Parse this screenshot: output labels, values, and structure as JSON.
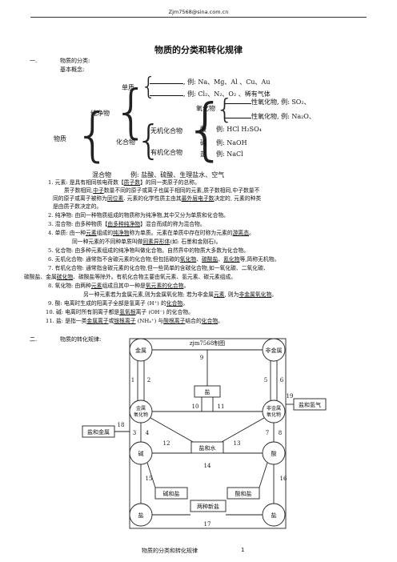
{
  "header": {
    "email": "Zjm7568@sina.com.cn"
  },
  "title": "物质的分类和转化规律",
  "section1": {
    "num": "一.",
    "heading": "物质的分类:",
    "sub": "基本概念:"
  },
  "tree": {
    "root": "物质",
    "pure": "纯净物",
    "mixture": "混合物",
    "mixture_example": "例: 盐酸、硫酸、生理盐水、空气",
    "simple": "单质",
    "simple_ex1": ", 例: Na、Mg、Al 、Cu、Au",
    "simple_ex2": ", 例: Cl₂、N₂、O₂ 、稀有气体",
    "compound": "化合物",
    "inorganic": "无机化合物",
    "organic": "有机化合物",
    "oxide": "氧化物",
    "oxide_ex1": "性氧化物, 例: SO₂、",
    "oxide_ex2": "性氧化物, 例: Na₂O、",
    "acid": "酸",
    "acid_ex": "例:  HCl  H₂SO₄",
    "base": "碱",
    "base_ex": "例:  NaOH",
    "salt": "盐",
    "salt_ex": "例:  NaCl"
  },
  "defs": {
    "d1a": "1. 元素: 是具有相同核电荷数【",
    "d1b": "质子数",
    "d1c": "】的同一类原子的总称。",
    "d1d": "质子数相同,",
    "d1e": "中子",
    "d1f": "数量不同的原子或离子也属于相同的元素,质子数相同,中子数量不",
    "d1g": "同的原子或离子被称为",
    "d1h": "同位素",
    "d1i": ". 元素的化学性质主由其",
    "d1j": "最外层电子数",
    "d1k": "决定的, 元素的种类",
    "d1l": "是由质子数决定的。",
    "d2": "2. 纯净物: 由同一种物质组成的物质称为纯净物,其中又分为单质和化合物。",
    "d3a": "3. 混合物: 由多种物质【",
    "d3b": "由多种纯净物",
    "d3c": "】混合而成的称为混合物。",
    "d4a": "4. 单质:   由一种",
    "d4b": "元素",
    "d4c": "组成的",
    "d4d": "纯净物",
    "d4e": "称为单质。元素在单质中存在时称为元素的",
    "d4f": "游离态",
    "d4g": "。",
    "d4h": "同一种元素的不同种单质叫做",
    "d4i": "同素异形体",
    "d4j": "(如: 石墨和金刚石)。",
    "d5": "5. 化合物: 由多种元素组成的纯净物叫做化合物。自然界中的物质大多数为化合物。",
    "d6a": "6. 无机化合物: 通常指不含碳元素的化合物,但包括碳的",
    "d6b": "氧化物",
    "d6c": "、",
    "d6d": "碳酸盐",
    "d6e": "、",
    "d6f": "氰化物",
    "d6g": "等,简称无机物。",
    "d7a": "7. 有机化合物: 通常指含碳元素的化合物,但一些简单的含碳化合物,如一氧化碳、二氧化碳、",
    "d7b": "碳酸盐、金属",
    "d7c": "碳化物",
    "d7d": "、碳酸盐等除外。有机化合物主要由氧元素、氢元素、碳元素组成。",
    "d8a": "8. 氧化物: 由两种",
    "d8b": "元素",
    "d8c": "组成且其中一种是",
    "d8d": "氧元素的化合物",
    "d8e": "。",
    "d8f": "另一种元素若为金属元素,则为金属氧化物; 若为非金属",
    "d8g": "元素",
    "d8h": ", 则为",
    "d8i": "非金属氧化物",
    "d8j": "。",
    "d9a": "9. 酸:      电离时生成的阳离子全部是氢离子 (H⁺) 的",
    "d9b": "化合物",
    "d9c": "。",
    "d10a": "10. 碱:     电离时所有阴离子都是",
    "d10b": "氢氧根",
    "d10c": "离子 (OH⁻) 的化合物。",
    "d11a": "11. 盐:     是指一类",
    "d11b": "金属离子",
    "d11c": "或",
    "d11d": "铵根离子",
    "d11e": " (NH₄⁺) 与",
    "d11f": "酸根离子",
    "d11g": "结合的",
    "d11h": "化合物",
    "d11i": "。"
  },
  "section2": {
    "num": "二.",
    "heading": "物质的转化规律:"
  },
  "diagram": {
    "credit": "zjm7568制图",
    "metal": "金属",
    "nonmetal": "非金属",
    "metal_oxide_1": "金属",
    "metal_oxide_2": "氧化物",
    "nonmetal_oxide_1": "非金属",
    "nonmetal_oxide_2": "氧化物",
    "base": "碱",
    "acid": "酸",
    "salt_top": "盐",
    "salt_bottom": "盐",
    "salt_water": "盐和水",
    "base_salt": "碱和盐",
    "acid_salt": "酸和盐",
    "two_new_salts": "两种新盐",
    "salt_metal": "盐和金属",
    "salt_hydrogen": "盐和氢气",
    "n1": "1",
    "n2": "2",
    "n3": "3",
    "n4": "4",
    "n5": "5",
    "n6": "6",
    "n7": "7",
    "n8": "8",
    "n9": "9",
    "n10": "10",
    "n11": "11",
    "n12": "12",
    "n13": "13",
    "n14": "14",
    "n15": "15",
    "n16": "16",
    "n17": "17",
    "n18": "18",
    "n19": "19"
  },
  "footer": {
    "title": "物质的分类和转化规律",
    "page": "1"
  }
}
